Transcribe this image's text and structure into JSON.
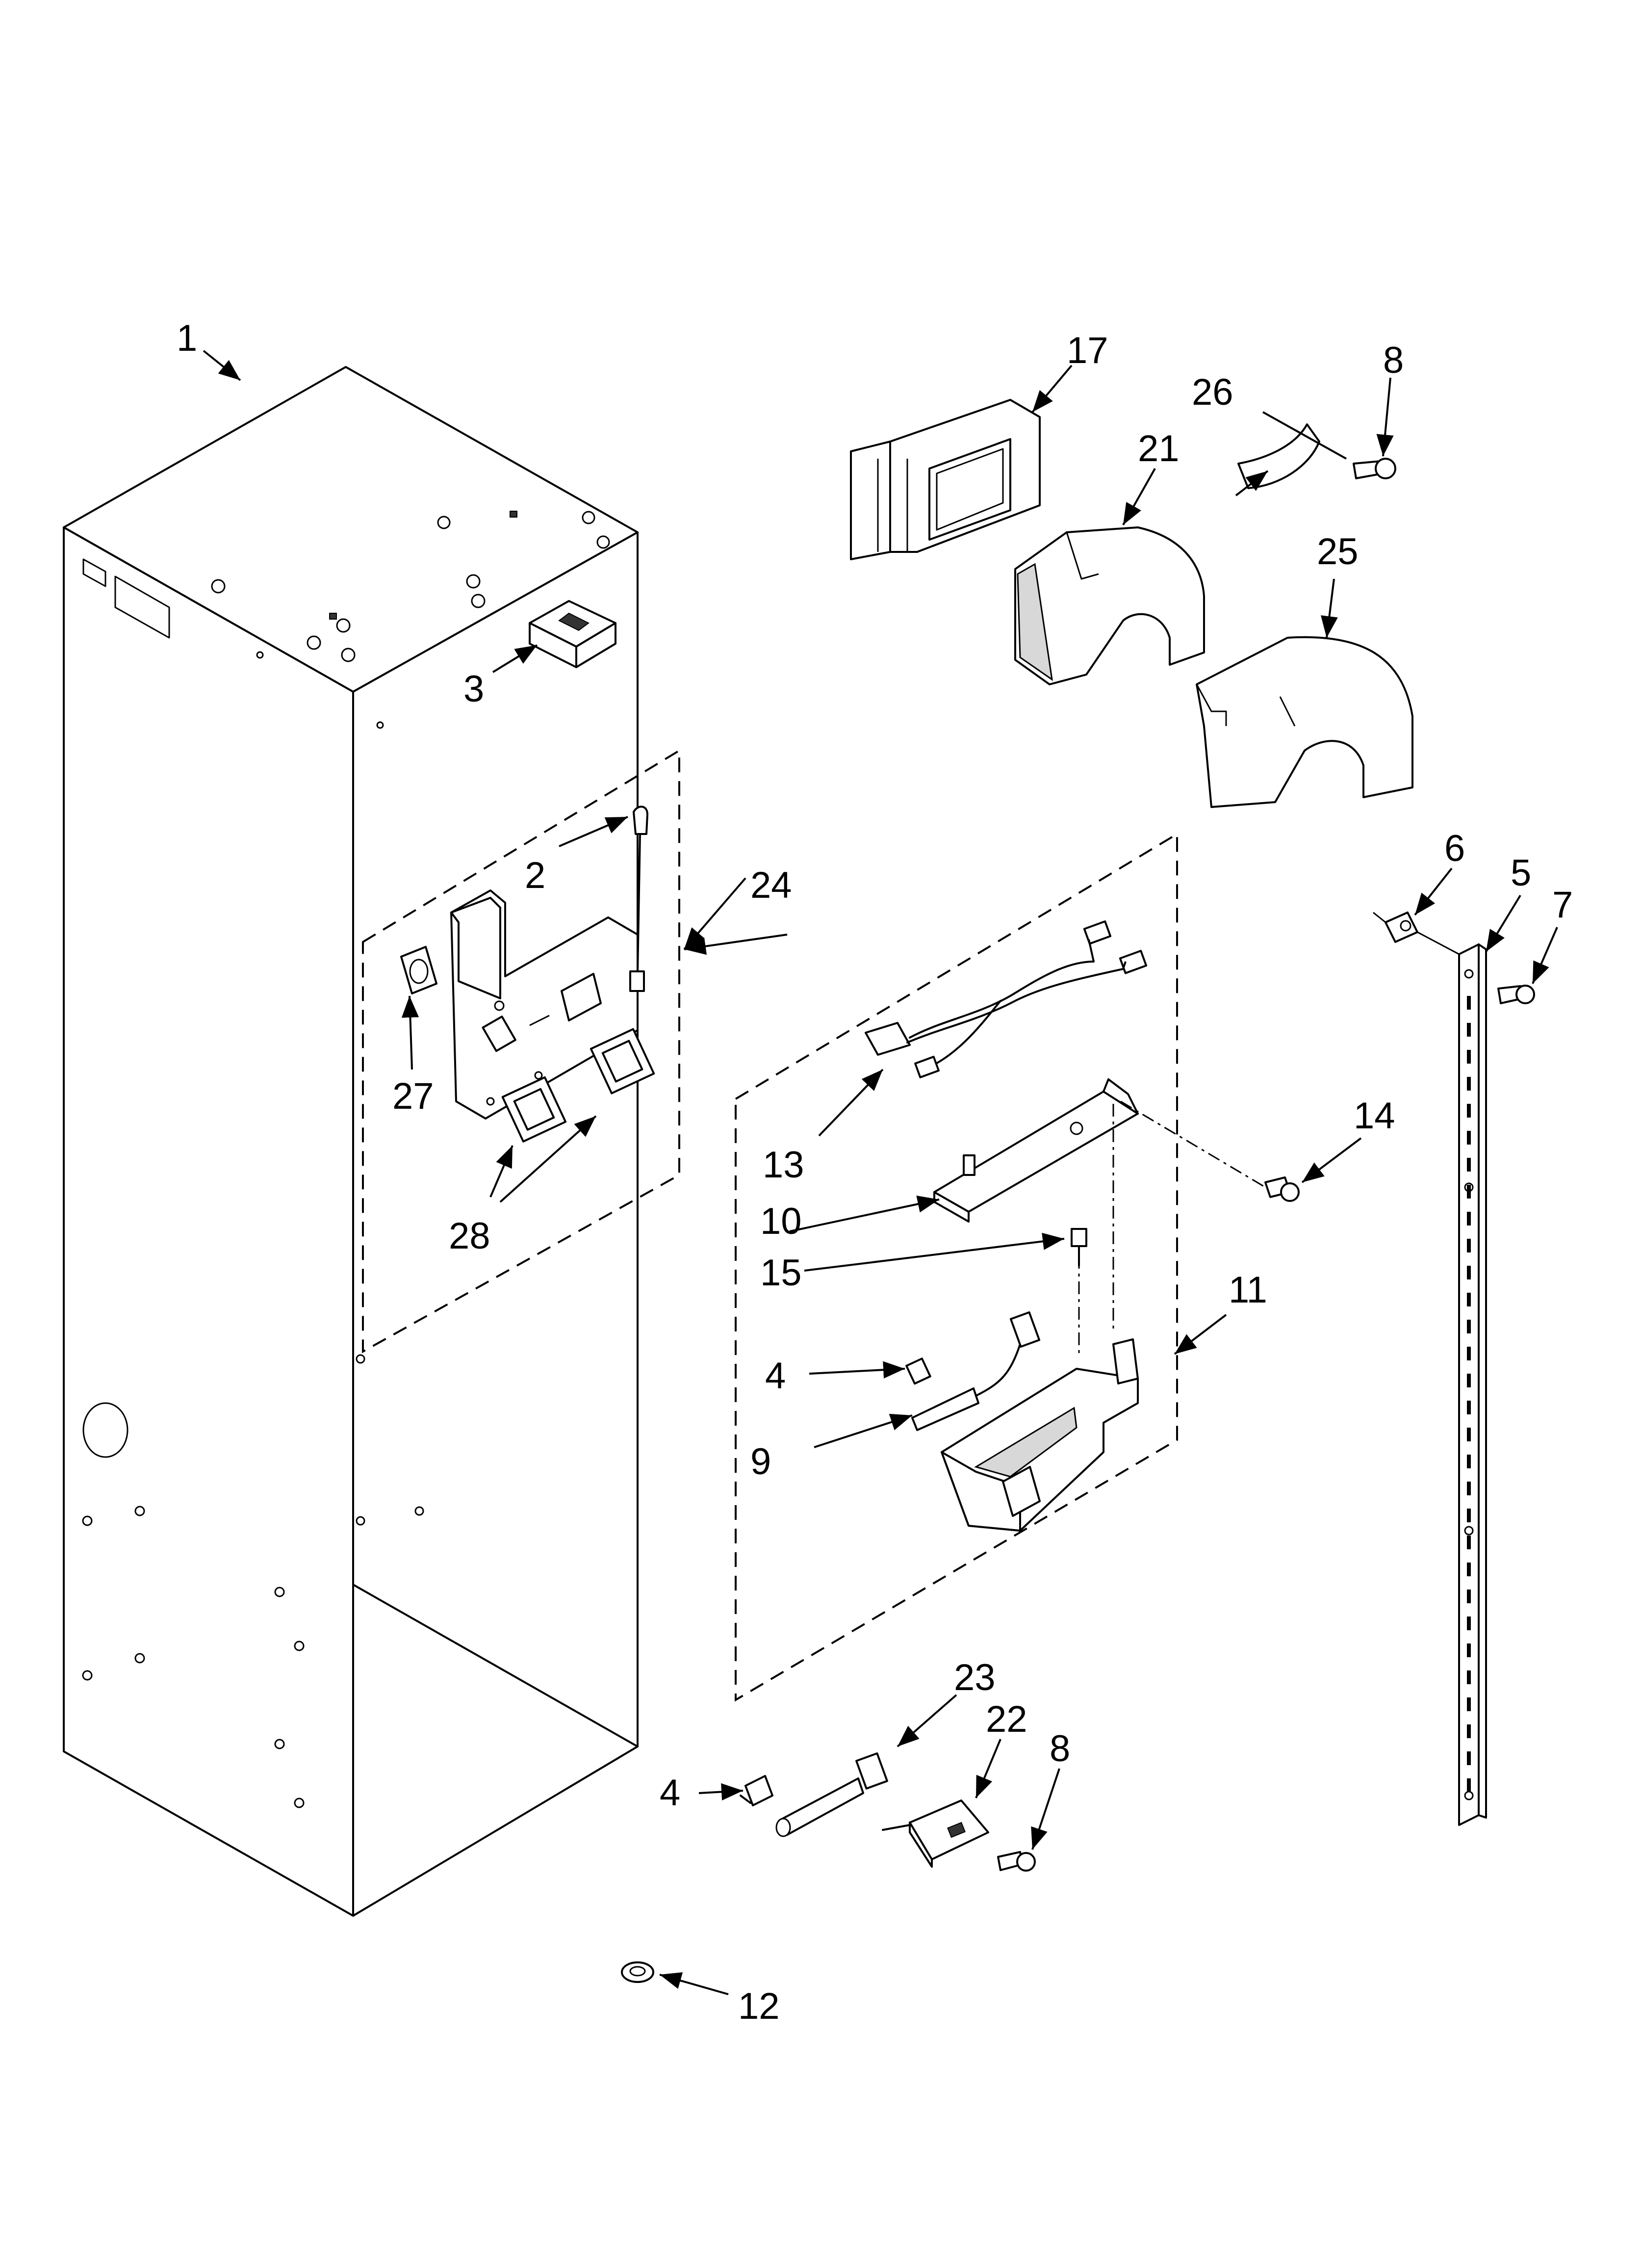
{
  "diagram": {
    "callouts": [
      {
        "id": "c1",
        "label": "1"
      },
      {
        "id": "c2",
        "label": "2"
      },
      {
        "id": "c3",
        "label": "3"
      },
      {
        "id": "c4a",
        "label": "4"
      },
      {
        "id": "c4b",
        "label": "4"
      },
      {
        "id": "c5",
        "label": "5"
      },
      {
        "id": "c6",
        "label": "6"
      },
      {
        "id": "c7",
        "label": "7"
      },
      {
        "id": "c8a",
        "label": "8"
      },
      {
        "id": "c8b",
        "label": "8"
      },
      {
        "id": "c9",
        "label": "9"
      },
      {
        "id": "c10",
        "label": "10"
      },
      {
        "id": "c11",
        "label": "11"
      },
      {
        "id": "c12",
        "label": "12"
      },
      {
        "id": "c13",
        "label": "13"
      },
      {
        "id": "c14",
        "label": "14"
      },
      {
        "id": "c15",
        "label": "15"
      },
      {
        "id": "c17",
        "label": "17"
      },
      {
        "id": "c21",
        "label": "21"
      },
      {
        "id": "c22",
        "label": "22"
      },
      {
        "id": "c23",
        "label": "23"
      },
      {
        "id": "c24",
        "label": "24"
      },
      {
        "id": "c25",
        "label": "25"
      },
      {
        "id": "c26",
        "label": "26"
      },
      {
        "id": "c27",
        "label": "27"
      },
      {
        "id": "c28",
        "label": "28"
      }
    ]
  }
}
